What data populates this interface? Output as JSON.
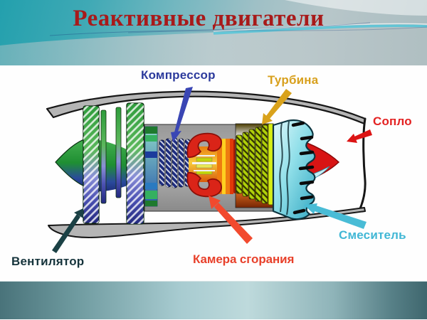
{
  "slide": {
    "title": "Реактивные двигатели",
    "title_color": "#a81a1a",
    "background": {
      "top_band_accent": "#23a0ad",
      "bottom_band_accent": "#49737a"
    }
  },
  "diagram": {
    "subject": "turbofan-jet-engine-cross-section",
    "labels": [
      {
        "id": "compressor",
        "text": "Компрессор",
        "color": "#2c3a9c",
        "arrow": "tapered-arrow-down-left"
      },
      {
        "id": "turbine",
        "text": "Турбина",
        "color": "#d8a01d",
        "arrow": "tapered-arrow-down-left"
      },
      {
        "id": "nozzle",
        "text": "Сопло",
        "color": "#e32222",
        "arrow": "tapered-arrow-left"
      },
      {
        "id": "mixer",
        "text": "Смеситель",
        "color": "#41b7d5",
        "arrow": "tapered-arrow-up-left"
      },
      {
        "id": "combustion_chamber",
        "text": "Камера сгорания",
        "color": "#e8402a",
        "arrow": "tapered-arrow-up-left"
      },
      {
        "id": "fan",
        "text": "Вентилятор",
        "color": "#16343c",
        "arrow": "tapered-arrow-up-right"
      }
    ]
  }
}
